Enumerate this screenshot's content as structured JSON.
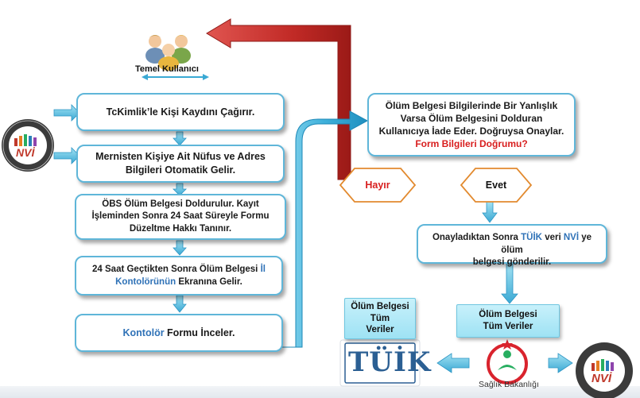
{
  "nodes": {
    "user": {
      "label": "Temel Kullanıcı"
    },
    "step1": {
      "text": "TcKimlik’le Kişi Kaydını Çağırır."
    },
    "step2": {
      "line1": "Mernisten Kişiye Ait Nüfus ve Adres",
      "line2": "Bilgileri Otomatik Gelir."
    },
    "step3": {
      "line1": "ÖBS Ölüm Belgesi Doldurulur. Kayıt",
      "line2": "İşleminden Sonra 24 Saat Süreyle Formu",
      "line3": "Düzeltme Hakkı Tanınır."
    },
    "step4": {
      "pre": "24 Saat Geçtikten Sonra Ölüm Belgesi ",
      "hl1": "İl",
      "hl2": "Kontolörünün",
      "post": " Ekranına Gelir."
    },
    "step5": {
      "hl": "Kontolör",
      "post": " Formu İnceler."
    },
    "review": {
      "line1": "Ölüm Belgesi Bilgilerinde Bir Yanlışlık",
      "line2": "Varsa Ölüm Belgesini Dolduran",
      "line3": "Kullanıcıya İade Eder. Doğruysa Onaylar.",
      "question": "Form Bilgileri Doğrumu?"
    },
    "no": {
      "label": "Hayır"
    },
    "yes": {
      "label": "Evet"
    },
    "send": {
      "pre": "Onayladıktan Sonra ",
      "hl1": "TÜİK",
      "mid1": " veri ",
      "hl2": "NVİ",
      "mid2": " ye ölüm",
      "line2": "belgesi  gönderilir."
    },
    "sb_data": {
      "text": "Ölüm Belgesi Tüm Veriler"
    },
    "tuik_data": {
      "line1": "Ölüm Belgesi",
      "line2": "Tüm",
      "line3": "Veriler"
    }
  },
  "logos": {
    "tuik": "TÜİK",
    "saglik": "Sağlık Bakanlığı",
    "nvi": "NVİ"
  },
  "colors": {
    "box_border": "#5fb6d9",
    "flow_arrow": "#5bc0de",
    "return_arrow": "#c9302c",
    "highlight_blue": "#2f72b7",
    "highlight_red": "#d81e1e"
  }
}
